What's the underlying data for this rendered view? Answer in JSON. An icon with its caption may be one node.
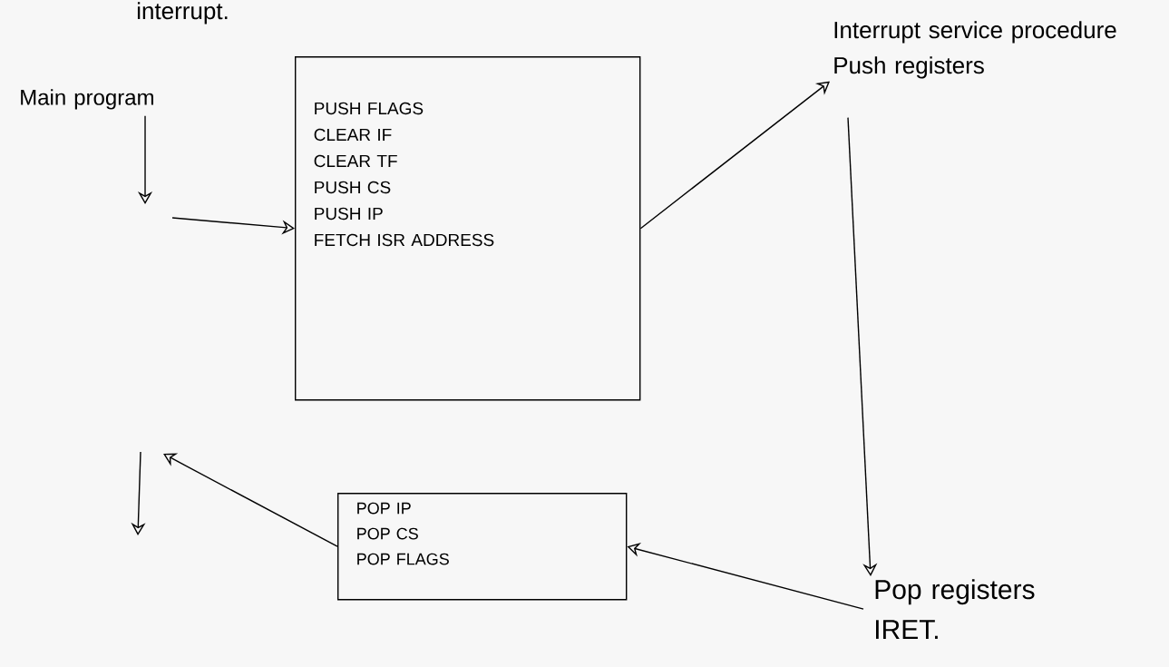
{
  "diagram": {
    "nodes": [
      {
        "text": [
          "Main program"
        ]
      },
      {
        "text": [
          "PUSH FLAGS",
          "CLEAR IF",
          "CLEAR TF",
          "PUSH CS",
          "PUSH IP",
          "FETCH ISR ADDRESS"
        ]
      },
      {
        "text": [
          "Interrupt service procedure",
          "Push registers"
        ]
      },
      {
        "text": [
          "Pop registers",
          "IRET."
        ]
      },
      {
        "text": [
          "POP IP",
          "POP CS",
          "POP FLAGS"
        ]
      }
    ],
    "edges": [
      {
        "from": 0,
        "to": null,
        "arrow": "to"
      },
      {
        "from": null,
        "to": 1,
        "arrow": "to"
      },
      {
        "from": 1,
        "to": 2,
        "arrow": "to"
      },
      {
        "from": 2,
        "to": 3,
        "arrow": "to"
      },
      {
        "from": 3,
        "to": 4,
        "arrow": "to"
      },
      {
        "from": 4,
        "to": null,
        "arrow": "to"
      }
    ],
    "labels": [
      "interrupt."
    ]
  }
}
